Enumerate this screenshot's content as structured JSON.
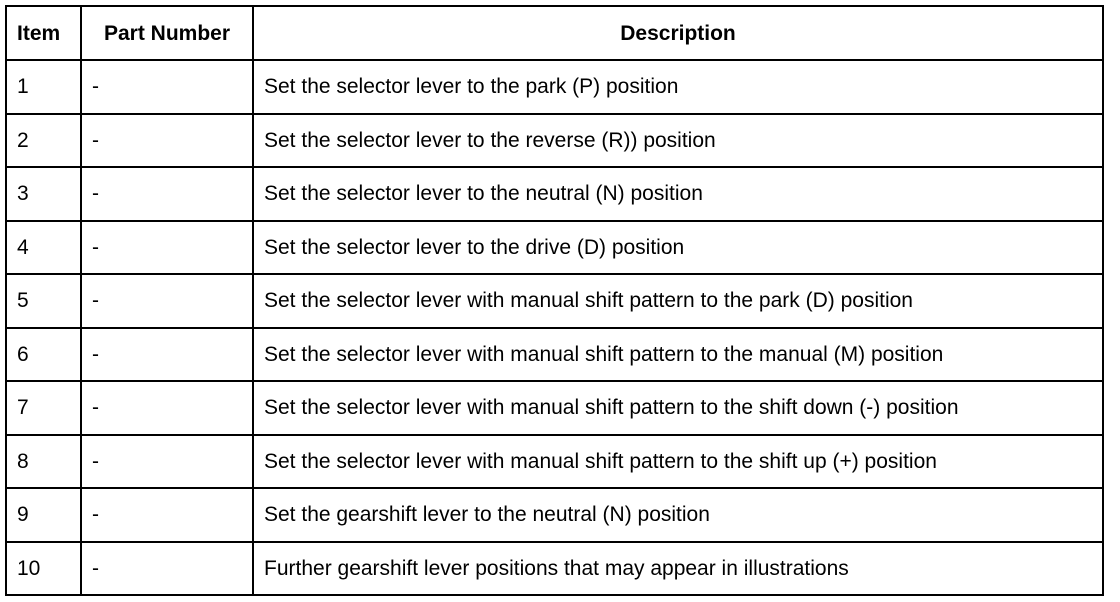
{
  "headers": {
    "item": "Item",
    "part_number": "Part Number",
    "description": "Description"
  },
  "rows": [
    {
      "item": "1",
      "part_number": "-",
      "description": "Set the selector lever to the park (P) position"
    },
    {
      "item": "2",
      "part_number": "-",
      "description": "Set the selector lever to the reverse (R)) position"
    },
    {
      "item": "3",
      "part_number": "-",
      "description": "Set the selector lever to the neutral (N) position"
    },
    {
      "item": "4",
      "part_number": "-",
      "description": "Set the selector lever to the drive (D) position"
    },
    {
      "item": "5",
      "part_number": "-",
      "description": "Set the selector lever with manual shift pattern to the park (D) position"
    },
    {
      "item": "6",
      "part_number": "-",
      "description": "Set the selector lever with manual shift pattern to the manual (M) position"
    },
    {
      "item": "7",
      "part_number": "-",
      "description": "Set the selector lever with manual shift pattern to the shift down (-) position"
    },
    {
      "item": "8",
      "part_number": "-",
      "description": "Set the selector lever with manual shift pattern to the shift up (+) position"
    },
    {
      "item": "9",
      "part_number": "-",
      "description": "Set the gearshift lever to the neutral (N) position"
    },
    {
      "item": "10",
      "part_number": "-",
      "description": "Further gearshift lever positions that may appear in illustrations"
    }
  ]
}
